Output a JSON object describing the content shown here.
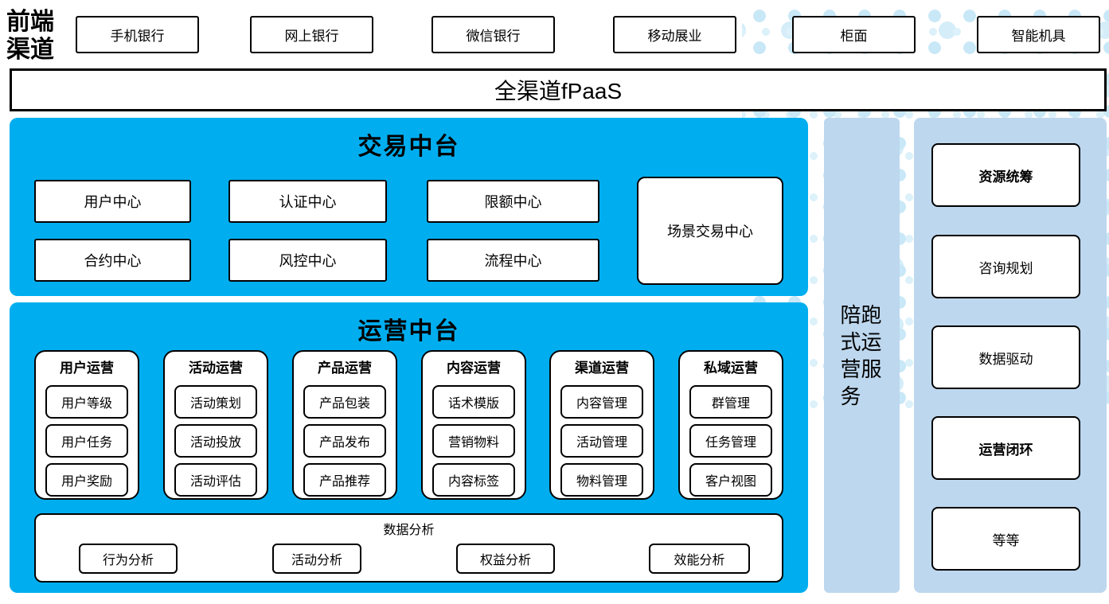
{
  "colors": {
    "main_blue": "#00aeef",
    "panel_light_blue": "#bdd7ee",
    "dot_pattern_blue": "#cde9f7",
    "box_border": "#000000",
    "box_fill": "#ffffff"
  },
  "frontend": {
    "label": "前端渠道",
    "channels": [
      "手机银行",
      "网上银行",
      "微信银行",
      "移动展业",
      "柜面",
      "智能机具"
    ]
  },
  "fpaas": {
    "label": "全渠道fPaaS"
  },
  "transaction": {
    "title": "交易中台",
    "boxes": [
      "用户中心",
      "认证中心",
      "限额中心",
      "合约中心",
      "风控中心",
      "流程中心"
    ],
    "scene_box": "场景交易中心"
  },
  "operation": {
    "title": "运营中台",
    "columns": [
      {
        "title": "用户运营",
        "items": [
          "用户等级",
          "用户任务",
          "用户奖励"
        ]
      },
      {
        "title": "活动运营",
        "items": [
          "活动策划",
          "活动投放",
          "活动评估"
        ]
      },
      {
        "title": "产品运营",
        "items": [
          "产品包装",
          "产品发布",
          "产品推荐"
        ]
      },
      {
        "title": "内容运营",
        "items": [
          "话术模版",
          "营销物料",
          "内容标签"
        ]
      },
      {
        "title": "渠道运营",
        "items": [
          "内容管理",
          "活动管理",
          "物料管理"
        ]
      },
      {
        "title": "私域运营",
        "items": [
          "群管理",
          "任务管理",
          "客户视图"
        ]
      }
    ],
    "analysis": {
      "title": "数据分析",
      "items": [
        "行为分析",
        "活动分析",
        "权益分析",
        "效能分析"
      ]
    }
  },
  "accompany": {
    "label": "陪跑式运营服务"
  },
  "services": {
    "items": [
      "资源统筹",
      "咨询规划",
      "数据驱动",
      "运营闭环",
      "等等"
    ]
  }
}
